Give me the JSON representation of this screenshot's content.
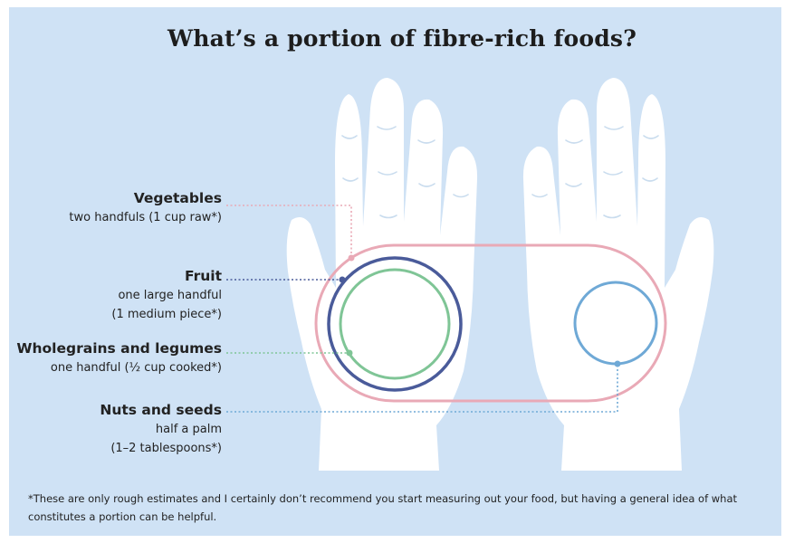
{
  "title": "What’s a portion of fibre-rich foods?",
  "items": [
    {
      "name": "Vegetables",
      "lines": [
        "two handfuls (1 cup raw*)"
      ],
      "color": "#e9a9b6"
    },
    {
      "name": "Fruit",
      "lines": [
        "one large handful",
        "(1 medium piece*)"
      ],
      "color": "#4a5b9a"
    },
    {
      "name": "Wholegrains and legumes",
      "lines": [
        "one handful (½ cup cooked*)"
      ],
      "color": "#7fc596"
    },
    {
      "name": "Nuts and seeds",
      "lines": [
        "half a palm",
        "(1–2 tablespoons*)"
      ],
      "color": "#6fa9d6"
    }
  ],
  "footnote": "*These are only rough estimates and I certainly don’t recommend you start measuring out your food, but having a general idea of what constitutes a portion can be helpful."
}
